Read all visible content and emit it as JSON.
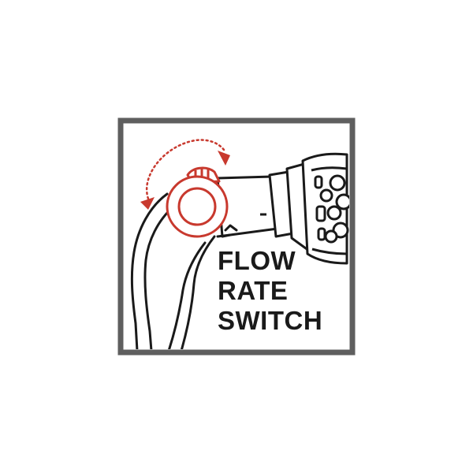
{
  "label": {
    "line1": "FLOW",
    "line2": "RATE",
    "line3": "SWITCH"
  },
  "colors": {
    "frame": "#5f5f5f",
    "line": "#1a1a1a",
    "accent": "#c8392e",
    "background": "#ffffff"
  },
  "icons": {
    "nozzle": "hose-spray-nozzle-icon",
    "switch": "flow-rate-switch-icon",
    "arrows": "rotate-arrows-icon"
  }
}
